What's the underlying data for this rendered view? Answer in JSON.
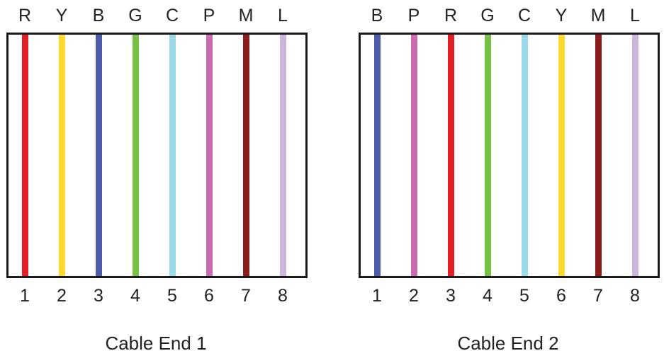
{
  "colors": {
    "R": "#e21f26",
    "Y": "#fcd92f",
    "B": "#4e5cab",
    "G": "#76c043",
    "C": "#9ad9e8",
    "P": "#c76ab0",
    "M": "#8b1c1c",
    "L": "#cbb6da"
  },
  "cable_ends": [
    {
      "caption": "Cable End 1",
      "wires": [
        {
          "pin": "1",
          "color_code": "R"
        },
        {
          "pin": "2",
          "color_code": "Y"
        },
        {
          "pin": "3",
          "color_code": "B"
        },
        {
          "pin": "4",
          "color_code": "G"
        },
        {
          "pin": "5",
          "color_code": "C"
        },
        {
          "pin": "6",
          "color_code": "P"
        },
        {
          "pin": "7",
          "color_code": "M"
        },
        {
          "pin": "8",
          "color_code": "L"
        }
      ]
    },
    {
      "caption": "Cable End 2",
      "wires": [
        {
          "pin": "1",
          "color_code": "B"
        },
        {
          "pin": "2",
          "color_code": "P"
        },
        {
          "pin": "3",
          "color_code": "R"
        },
        {
          "pin": "4",
          "color_code": "G"
        },
        {
          "pin": "5",
          "color_code": "C"
        },
        {
          "pin": "6",
          "color_code": "Y"
        },
        {
          "pin": "7",
          "color_code": "M"
        },
        {
          "pin": "8",
          "color_code": "L"
        }
      ]
    }
  ]
}
